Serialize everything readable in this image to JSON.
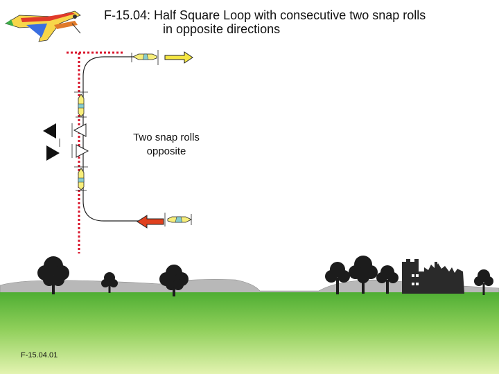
{
  "title": {
    "line1": "F-15.04: Half Square Loop with consecutive two snap rolls",
    "line2": "in opposite directions"
  },
  "annotation": {
    "line1": "Two snap rolls",
    "line2": "opposite"
  },
  "footer": {
    "code": "F-15.04.01"
  },
  "colors": {
    "sky": "#ffffff",
    "grass_top": "#5cb83a",
    "grass_bottom": "#dff0a8",
    "hills": "#b5b5b5",
    "trees": "#1c1c1c",
    "castle": "#2a2a2a",
    "reference_line": "#d9162c",
    "exit_arrow": "#f5e642",
    "entry_arrow": "#e0401e",
    "aircraft_body": "#f7ee7a",
    "flight_path": "#222222"
  }
}
